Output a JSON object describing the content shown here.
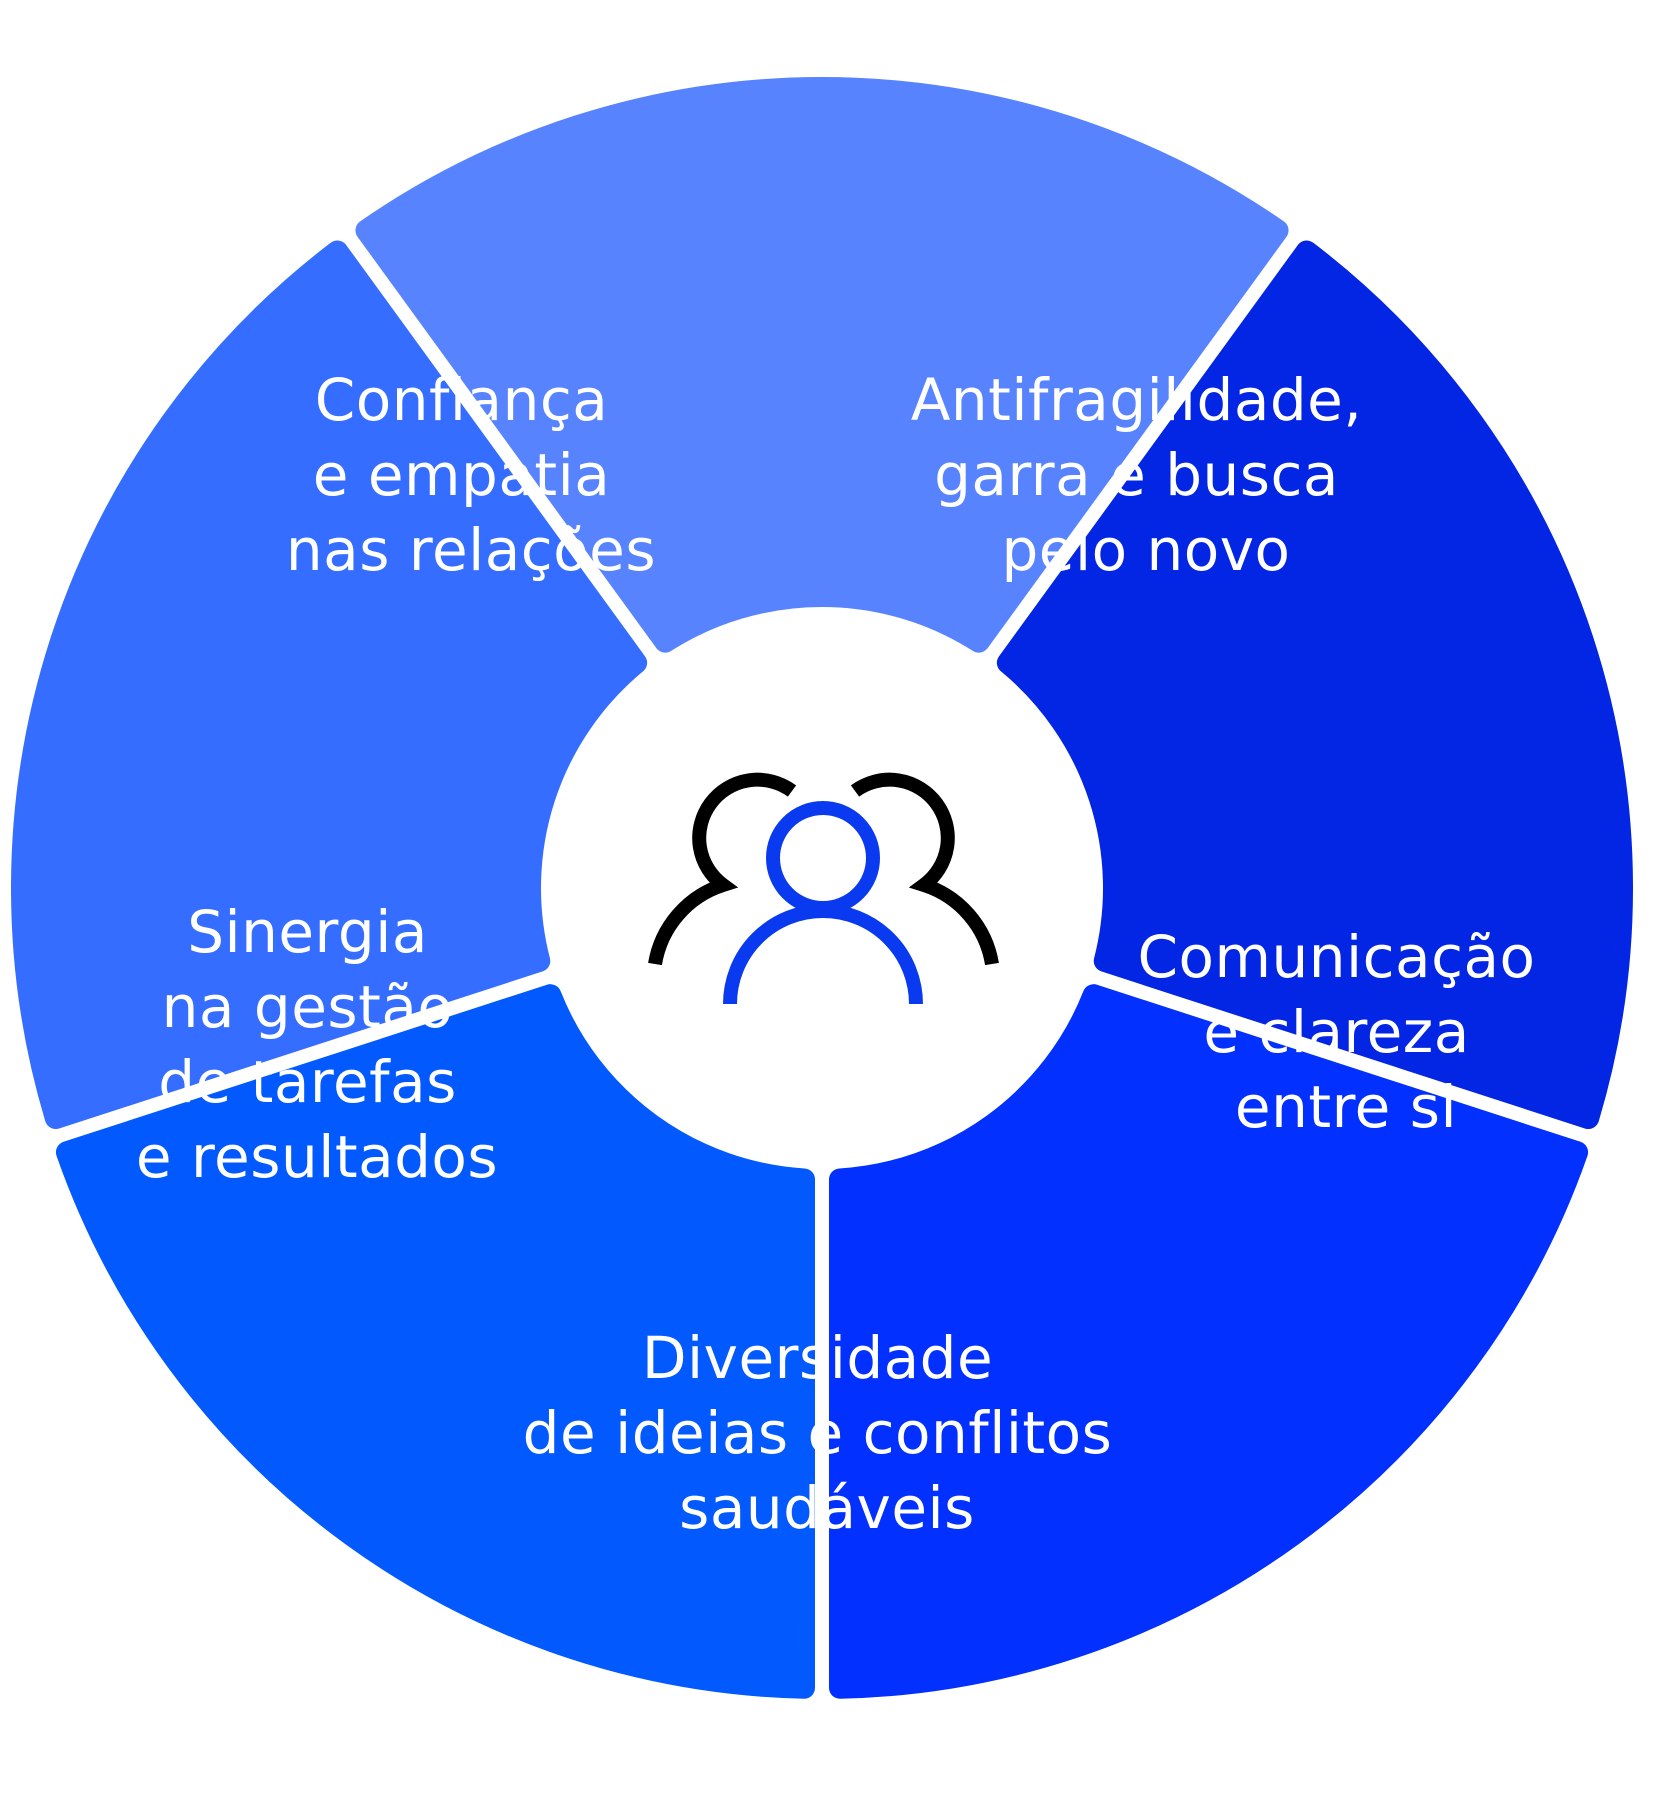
{
  "segments": [
    {
      "id": "confianca",
      "color": "#5783FF",
      "lines": [
        "Confiança",
        "e empatia",
        "nas relações"
      ]
    },
    {
      "id": "antifragilidade",
      "color": "#0325E4",
      "lines": [
        "Antifragilidade,",
        "garra e busca",
        "pelo novo"
      ]
    },
    {
      "id": "comunicacao",
      "color": "#0230FE",
      "lines": [
        "Comunicação",
        "e clareza",
        "entre si"
      ]
    },
    {
      "id": "diversidade",
      "color": "#0259FE",
      "lines": [
        "Diversidade",
        "de ideias e conflitos",
        "saudáveis"
      ]
    },
    {
      "id": "sinergia",
      "color": "#346DFF",
      "lines": [
        "Sinergia",
        "na gestão",
        "de tarefas",
        "e resultados"
      ]
    }
  ],
  "center_icon": {
    "name": "team-icon",
    "outer_color": "#000000",
    "inner_color": "#0A3AF0"
  }
}
